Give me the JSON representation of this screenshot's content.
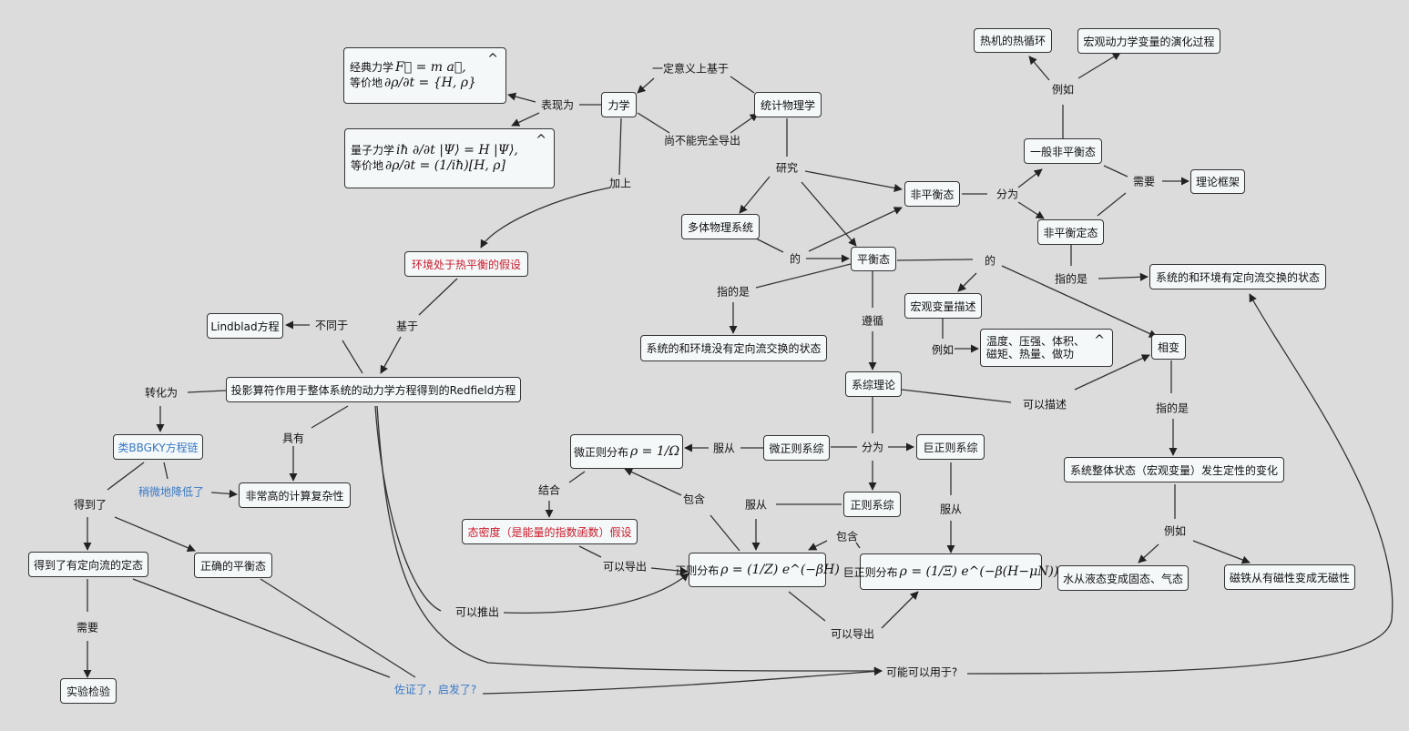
{
  "nodes": {
    "classical": {
      "line1_label": "经典力学",
      "line1_math": "F⃗ = m a⃗,",
      "line2_label": "等价地",
      "line2_math": "∂ρ/∂t = {H, ρ}"
    },
    "quantum": {
      "line1_label": "量子力学",
      "line1_math": "iħ ∂/∂t |Ψ⟩ = H |Ψ⟩,",
      "line2_label": "等价地",
      "line2_math": "∂ρ/∂t = (1/iħ)[H, ρ]"
    },
    "mechanics": "力学",
    "stat_phys": "统计物理学",
    "heat_engine": "热机的热循环",
    "macro_evolution": "宏观动力学变量的演化过程",
    "general_noneq": "一般非平衡态",
    "theory_frame": "理论框架",
    "noneq": "非平衡态",
    "noneq_steady": "非平衡定态",
    "many_body": "多体物理系统",
    "equilibrium": "平衡态",
    "directed_flow": "系统的和环境有定向流交换的状态",
    "macro_vars": "宏观变量描述",
    "temp_list": "温度、压强、体积、\n磁矩、热量、做功",
    "no_flow": "系统的和环境没有定向流交换的状态",
    "phase": "相变",
    "ensemble": "系综理论",
    "env_assumption": "环境处于热平衡的假设",
    "lindblad": "Lindblad方程",
    "redfield": "投影算符作用于整体系统的动力学方程得到的Redfield方程",
    "bbgky": "类BBGKY方程链",
    "complexity": "非常高的计算复杂性",
    "micro_dist_label": "微正则分布",
    "micro_dist_math": "ρ = 1/Ω",
    "micro_ens": "微正则系综",
    "grand_ens": "巨正则系综",
    "canonical_ens": "正则系综",
    "dos_assumption": "态密度（是能量的指数函数）假设",
    "canon_dist_label": "正则分布",
    "canon_dist_math": "ρ = (1/Z) e^(−βH)",
    "grand_dist_label": "巨正则分布",
    "grand_dist_math": "ρ = (1/Ξ) e^(−β(H−μN))",
    "macro_change": "系统整体状态（宏观变量）发生定性的变化",
    "water": "水从液态变成固态、气态",
    "magnet": "磁铁从有磁性变成无磁性",
    "directed_steady": "得到了有定向流的定态",
    "correct_eq": "正确的平衡态",
    "experiment": "实验检验"
  },
  "labels": {
    "behaves_as": "表现为",
    "based_on_sense": "一定意义上基于",
    "cannot_derive": "尚不能完全导出",
    "plus": "加上",
    "study": "研究",
    "eg1": "例如",
    "needs1": "需要",
    "divided1": "分为",
    "refers1": "指的是",
    "of1": "的",
    "of2": "的",
    "refers2": "指的是",
    "follows": "遵循",
    "eg2": "例如",
    "can_describe": "可以描述",
    "refers3": "指的是",
    "different": "不同于",
    "based": "基于",
    "convert": "转化为",
    "has": "具有",
    "slightly": "稍微地降低了",
    "got": "得到了",
    "needs2": "需要",
    "obey1": "服从",
    "divided2": "分为",
    "combine": "结合",
    "contain1": "包含",
    "obey2": "服从",
    "obey3": "服从",
    "contain2": "包含",
    "derive1": "可以导出",
    "derive2": "可以推出",
    "derive3": "可以导出",
    "eg3": "例如",
    "confirm": "佐证了，启发了?",
    "maybe": "可能可以用于?"
  },
  "icons": {
    "collapse": "chevron-up-icon"
  },
  "colors": {
    "background": "#dcdcdc",
    "node_fill": "#f4f8f9",
    "red_text": "#cc1a2b",
    "blue_text": "#3a79c6"
  }
}
